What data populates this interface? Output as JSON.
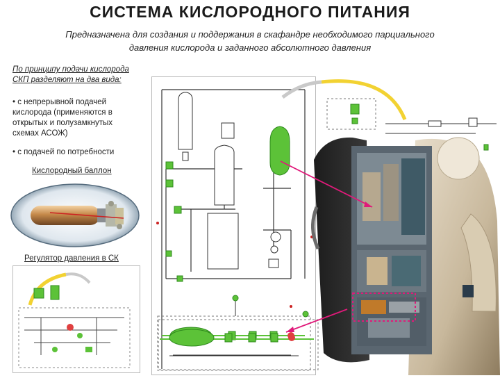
{
  "header": {
    "title": "СИСТЕМА КИСЛОРОДНОГО ПИТАНИЯ",
    "subtitle_line1": "Предназначена для создания и поддержания в скафандре необходимого парциального",
    "subtitle_line2": "давления кислорода и заданного абсолютного давления"
  },
  "left_panel": {
    "lead_line1": "По принципу подачи кислорода",
    "lead_line2": "СКП разделяют на два вида:",
    "bullet1": "• с непрерывной подачей кислорода (применяются в открытых и полузамкнутых схемах АСОЖ)",
    "bullet2": "• с подачей по потребности",
    "cylinder_caption": "Кислородный баллон",
    "regulator_caption": "Регулятор давления в СК"
  },
  "colors": {
    "green": "#5cc238",
    "green_dark": "#2f8a1e",
    "magenta": "#e01a7a",
    "red": "#cc2222",
    "yellow": "#f2d232"
  }
}
